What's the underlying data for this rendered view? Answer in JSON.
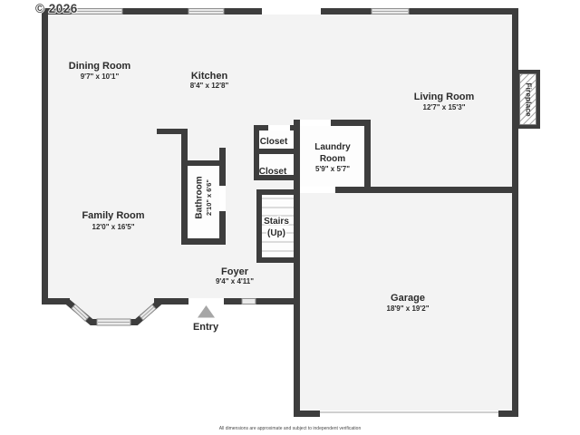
{
  "meta": {
    "copyright": "© 2026",
    "disclaimer": "All dimensions are approximate and subject to independent verification"
  },
  "floor_plan": {
    "rooms": {
      "dining_room": {
        "name": "Dining Room",
        "dimensions": "9'7\" x 10'1\""
      },
      "kitchen": {
        "name": "Kitchen",
        "dimensions": "8'4\" x 12'8\""
      },
      "living_room": {
        "name": "Living Room",
        "dimensions": "12'7\" x 15'3\""
      },
      "family_room": {
        "name": "Family Room",
        "dimensions": "12'0\" x 16'5\""
      },
      "bathroom": {
        "name": "Bathroom",
        "dimensions": "2'10\" x 6'6\""
      },
      "closet_upper": {
        "name": "Closet"
      },
      "closet_lower": {
        "name": "Closet"
      },
      "laundry_room": {
        "name": "Laundry Room",
        "lines": [
          "Laundry",
          "Room"
        ],
        "dimensions": "5'9\" x 5'7\""
      },
      "stairs": {
        "name": "Stairs",
        "direction": "(Up)"
      },
      "foyer": {
        "name": "Foyer",
        "dimensions": "9'4\" x 4'11\""
      },
      "garage": {
        "name": "Garage",
        "dimensions": "18'9\" x 19'2\""
      }
    },
    "features": {
      "entry": "Entry",
      "fireplace": "Fireplace"
    },
    "colors": {
      "wall": "#3d3d3d",
      "floor": "#f3f3f3",
      "room_fill": "#fdfdfd",
      "window_fill": "#eaeaea",
      "window_border": "#8f8f8f",
      "entry_arrow": "#a6a6a6",
      "stair_tread": "#d2d2d2",
      "label_text": "#2b2b2b"
    }
  }
}
